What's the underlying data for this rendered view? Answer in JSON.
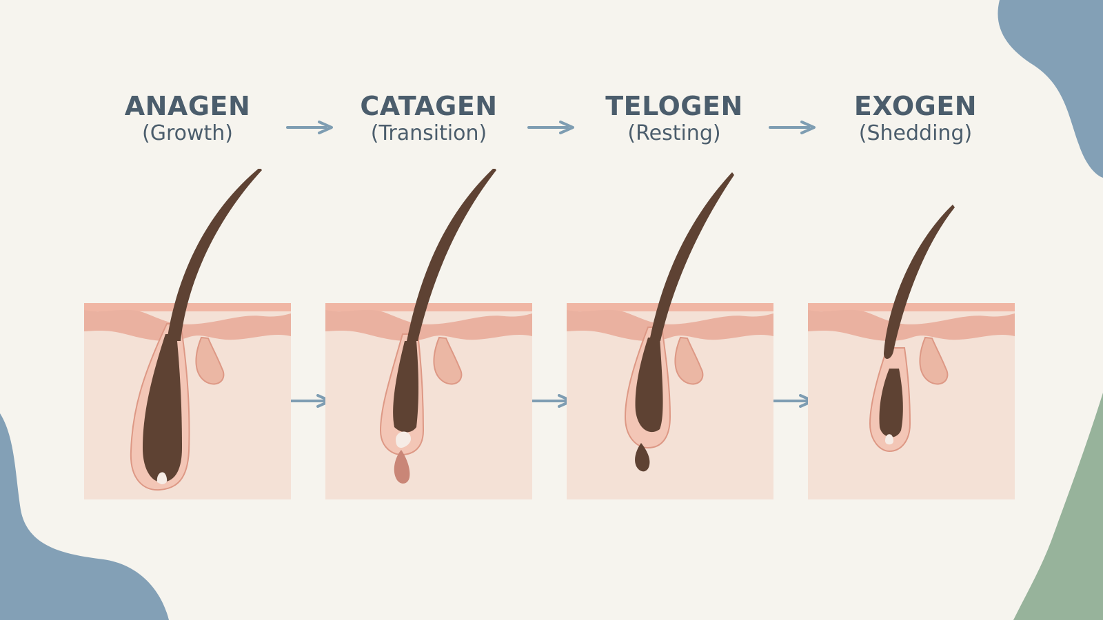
{
  "colors": {
    "background": "#f6f4ee",
    "heading": "#4b5d6c",
    "arrow": "#7e9db2",
    "blob_blue": "#83a0b6",
    "blob_green": "#97b39b",
    "skin": "#f4e1d6",
    "epidermis": "#eab1a0",
    "hair": "#5e4233"
  },
  "stages": [
    {
      "title": "ANAGEN",
      "subtitle": "(Growth)"
    },
    {
      "title": "CATAGEN",
      "subtitle": "(Transition)"
    },
    {
      "title": "TELOGEN",
      "subtitle": "(Resting)"
    },
    {
      "title": "EXOGEN",
      "subtitle": "(Shedding)"
    }
  ],
  "arrow_icon": "right-arrow-icon"
}
